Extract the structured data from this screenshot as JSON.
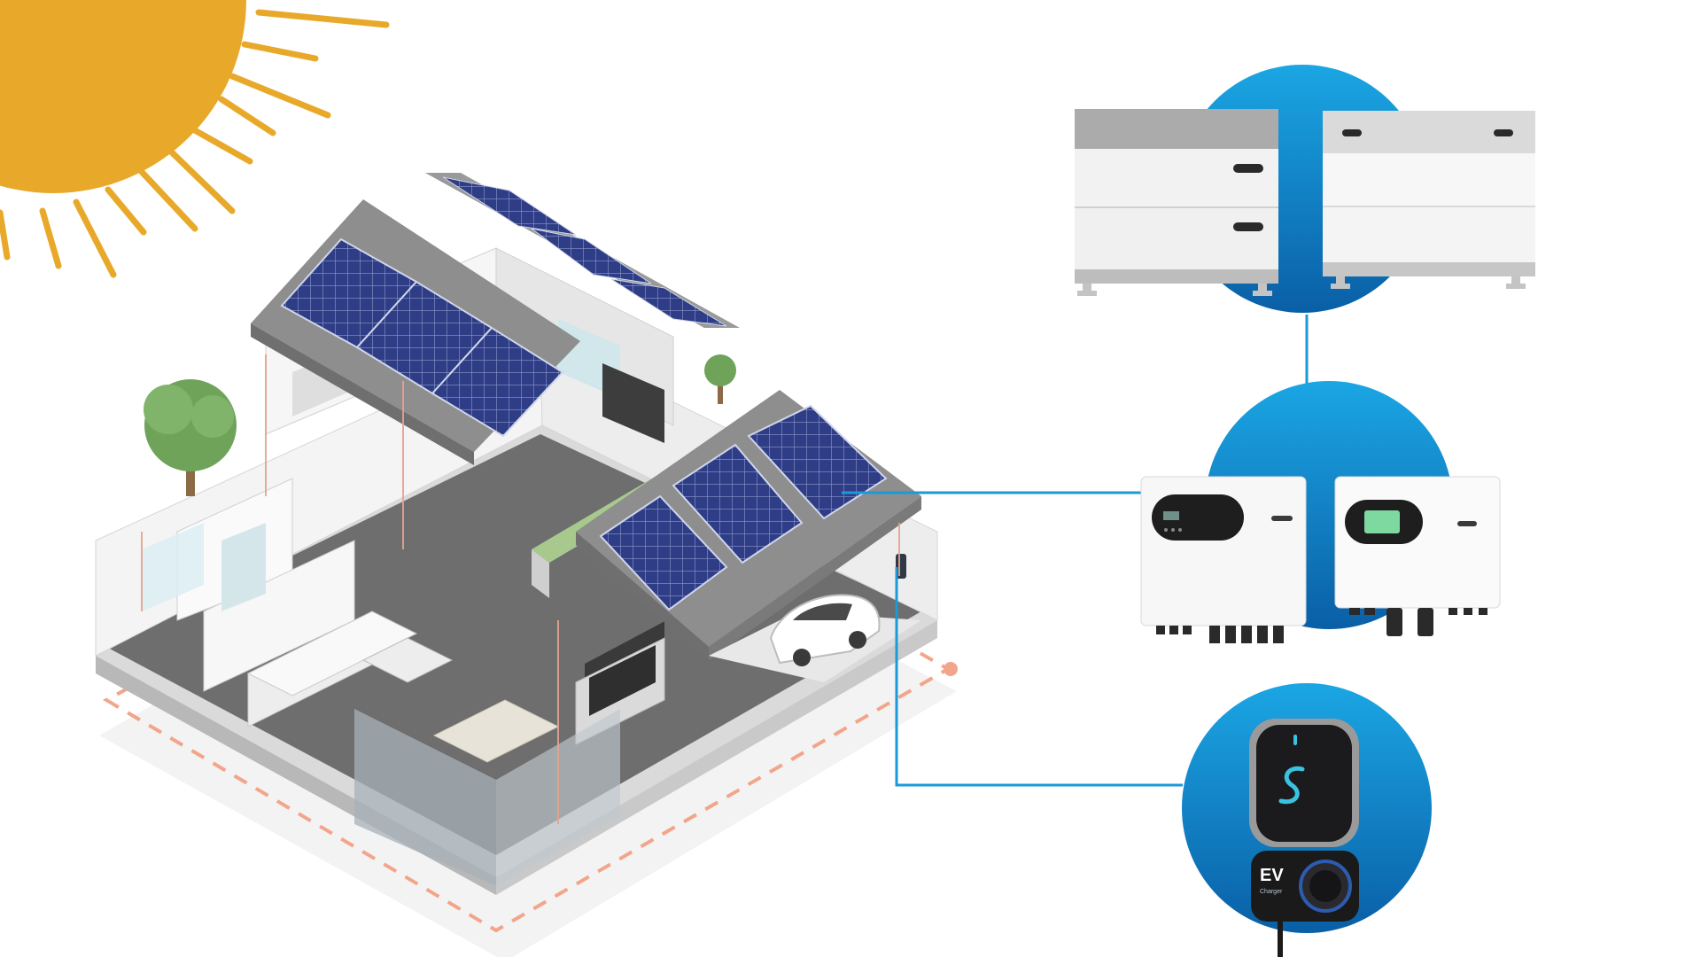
{
  "colors": {
    "sun": "#E8A92A",
    "connector": "#1A9AD8",
    "circle_light": "#1BA6E4",
    "circle_dark": "#0A5FA6",
    "solar_panel": "#2E3D86",
    "ground_dash": "#F2A58A",
    "tree": "#6FA35A"
  },
  "icons": {
    "sun": "sun-icon",
    "house": "house-cutaway-illustration",
    "battery": "battery-storage-icon",
    "inverter": "hybrid-inverter-icon",
    "charger": "ev-charger-icon"
  },
  "devices": {
    "charger_badge": "EV",
    "charger_badge_sub": "Charger"
  }
}
